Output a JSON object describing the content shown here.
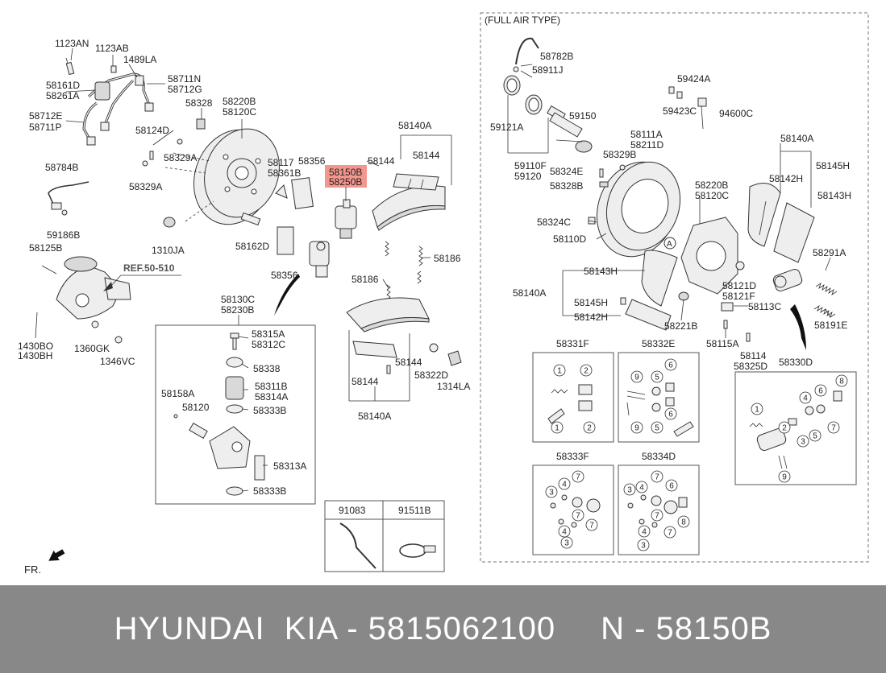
{
  "labels": {
    "l_1123AN": "1123AN",
    "l_1123AB": "1123AB",
    "l_1489LA": "1489LA",
    "l_58161D": "58161D",
    "l_58261A": "58261A",
    "l_58711N": "58711N",
    "l_58712G": "58712G",
    "l_58712E": "58712E",
    "l_58711P": "58711P",
    "l_58328": "58328",
    "l_58220B": "58220B",
    "l_58120C": "58120C",
    "l_58124D": "58124D",
    "l_58329A_1": "58329A",
    "l_58329A_2": "58329A",
    "l_58784B": "58784B",
    "l_58117": "58117",
    "l_58361B": "58361B",
    "l_58356_1": "58356",
    "l_58356_2": "58356",
    "l_58150B": "58150B",
    "l_58250B": "58250B",
    "l_58140A_1": "58140A",
    "l_58144_1": "58144",
    "l_58144_2": "58144",
    "l_59186B": "59186B",
    "l_58125B": "58125B",
    "l_1310JA": "1310JA",
    "l_58162D": "58162D",
    "l_ref": "REF.50-510",
    "l_58186_1": "58186",
    "l_58186_2": "58186",
    "l_58130C": "58130C",
    "l_58230B": "58230B",
    "l_1430BO": "1430BO",
    "l_1430BH": "1430BH",
    "l_1360GK": "1360GK",
    "l_1346VC": "1346VC",
    "l_58144_3": "58144",
    "l_58144_4": "58144",
    "l_58322D": "58322D",
    "l_1314LA": "1314LA",
    "l_58140A_2": "58140A",
    "l_58315A": "58315A",
    "l_58312C": "58312C",
    "l_58338": "58338",
    "l_58311B": "58311B",
    "l_58314A": "58314A",
    "l_58158A": "58158A",
    "l_58120": "58120",
    "l_58333B_1": "58333B",
    "l_58313A": "58313A",
    "l_58333B_2": "58333B",
    "l_91083": "91083",
    "l_91511B": "91511B",
    "l_fr": "FR.",
    "l_full_air": "(FULL AIR TYPE)",
    "l_58782B": "58782B",
    "l_58911J": "58911J",
    "l_59424A": "59424A",
    "l_59423C": "59423C",
    "l_94600C": "94600C",
    "l_59121A": "59121A",
    "l_59150": "59150",
    "l_58111A": "58111A",
    "l_58211D": "58211D",
    "l_58140A_3": "58140A",
    "l_59110F": "59110F",
    "l_59120": "59120",
    "l_58329B": "58329B",
    "l_58324E": "58324E",
    "l_58328B": "58328B",
    "l_58145H_1": "58145H",
    "l_58142H_1": "58142H",
    "l_58143H_1": "58143H",
    "l_58220B_2": "58220B",
    "l_58120C_2": "58120C",
    "l_58324C": "58324C",
    "l_58110D": "58110D",
    "l_58291A": "58291A",
    "l_circleA": "A",
    "l_58143H_2": "58143H",
    "l_58140A_4": "58140A",
    "l_58145H_2": "58145H",
    "l_58142H_2": "58142H",
    "l_58121D": "58121D",
    "l_58121F": "58121F",
    "l_58113C": "58113C",
    "l_58221B": "58221B",
    "l_58191E": "58191E",
    "l_58115A": "58115A",
    "l_58114": "58114",
    "l_58325D": "58325D",
    "l_58331F": "58331F",
    "l_58332E": "58332E",
    "l_58330D": "58330D",
    "l_58333F": "58333F",
    "l_58334D": "58334D"
  },
  "kit_numbers": [
    "1",
    "2",
    "3",
    "4",
    "5",
    "6",
    "7",
    "8",
    "9"
  ],
  "highlight_color": "#f28b82",
  "footer": {
    "left": "HYUNDAI  KIA - 5815062100",
    "right": "N - 58150B"
  }
}
